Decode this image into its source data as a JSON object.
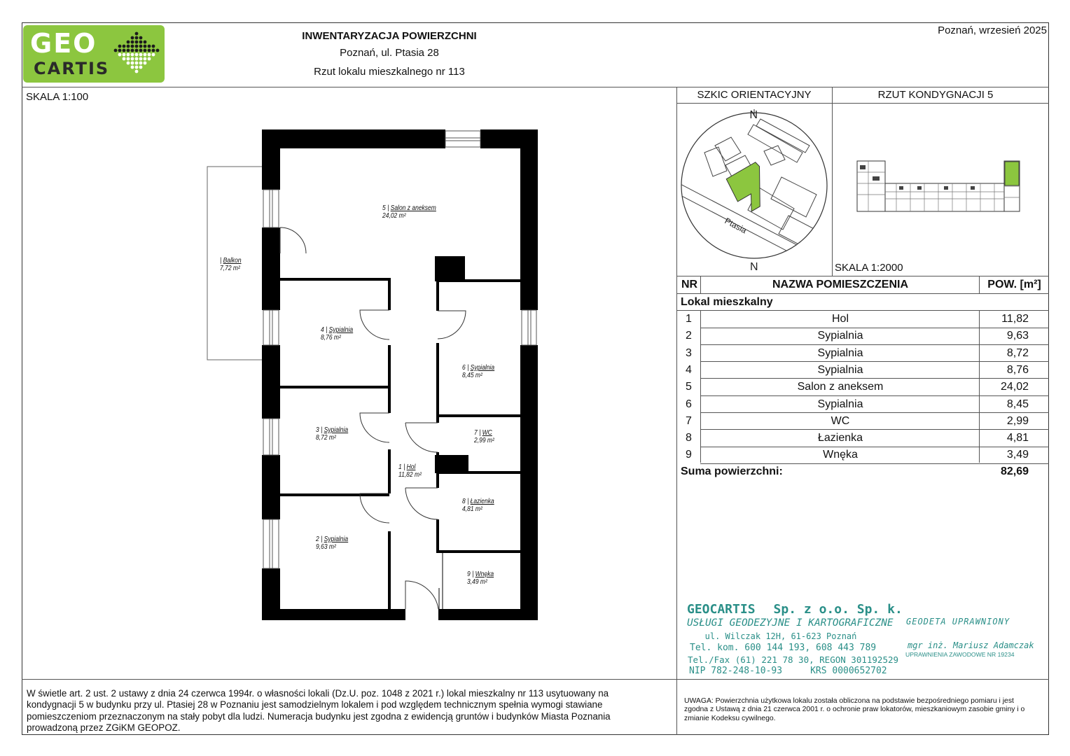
{
  "logo": {
    "line1": "GEO",
    "line2": "CARTIS"
  },
  "header": {
    "title": "INWENTARYZACJA POWIERZCHNI",
    "address": "Poznań, ul. Ptasia 28",
    "subtitle": "Rzut lokalu mieszkalnego nr 113",
    "place_date": "Poznań, wrzesień 2025"
  },
  "plan": {
    "scale": "SKALA 1:100",
    "rooms": [
      {
        "no": "5",
        "name": "Salon z aneksem",
        "area": "24,02 m²"
      },
      {
        "no": "",
        "name": "Balkon",
        "area": "7,72 m²"
      },
      {
        "no": "4",
        "name": "Sypialnia",
        "area": "8,76 m²"
      },
      {
        "no": "6",
        "name": "Sypialnia",
        "area": "8,45 m²"
      },
      {
        "no": "3",
        "name": "Sypialnia",
        "area": "8,72 m²"
      },
      {
        "no": "7",
        "name": "WC",
        "area": "2,99 m²"
      },
      {
        "no": "1",
        "name": "Hol",
        "area": "11,82 m²"
      },
      {
        "no": "8",
        "name": "Łazienka",
        "area": "4,81 m²"
      },
      {
        "no": "2",
        "name": "Sypialnia",
        "area": "9,63 m²"
      },
      {
        "no": "9",
        "name": "Wnęka",
        "area": "3,49 m²"
      }
    ]
  },
  "sketch": {
    "title": "SZKIC ORIENTACYJNY",
    "street": "Ptasia",
    "north": "N",
    "floor_title": "RZUT KONDYGNACJI 5",
    "scale": "SKALA 1:2000"
  },
  "table": {
    "headers": {
      "nr": "NR",
      "name": "NAZWA POMIESZCZENIA",
      "area": "POW. [m²]"
    },
    "group": "Lokal mieszkalny",
    "rows": [
      {
        "nr": "1",
        "name": "Hol",
        "area": "11,82"
      },
      {
        "nr": "2",
        "name": "Sypialnia",
        "area": "9,63"
      },
      {
        "nr": "3",
        "name": "Sypialnia",
        "area": "8,72"
      },
      {
        "nr": "4",
        "name": "Sypialnia",
        "area": "8,76"
      },
      {
        "nr": "5",
        "name": "Salon z aneksem",
        "area": "24,02"
      },
      {
        "nr": "6",
        "name": "Sypialnia",
        "area": "8,45"
      },
      {
        "nr": "7",
        "name": "WC",
        "area": "2,99"
      },
      {
        "nr": "8",
        "name": "Łazienka",
        "area": "4,81"
      },
      {
        "nr": "9",
        "name": "Wnęka",
        "area": "3,49"
      }
    ],
    "sum_label": "Suma powierzchni:",
    "sum_value": "82,69"
  },
  "stamp": {
    "company": "GEOCARTIS",
    "company_form": "Sp. z o.o. Sp. k.",
    "services": "USŁUGI GEODEZYJNE I KARTOGRAFICZNE",
    "address": "ul. Wilczak 12H, 61-623 Poznań",
    "phones": "Tel. kom. 600 144 193, 608 443 789",
    "fax": "Tel./Fax (61) 221 78 30, REGON 301192529",
    "nip": "NIP 782-248-10-93",
    "krs": "KRS 0000652702",
    "surveyor_title": "GEODETA UPRAWNIONY",
    "surveyor_name": "mgr inż. Mariusz Adamczak",
    "license": "UPRAWNIENIA ZAWODOWE NR 19234"
  },
  "legal_text": "W świetle art. 2 ust. 2 ustawy z dnia 24 czerwca 1994r. o własności lokali (Dz.U. poz. 1048 z 2021 r.) lokal mieszkalny nr 113 usytuowany na kondygnacji 5 w budynku przy ul. Ptasiej 28 w Poznaniu jest samodzielnym lokalem i pod względem technicznym spełnia wymogi stawiane pomieszczeniom przeznaczonym na stały pobyt dla ludzi. Numeracja budynku jest zgodna z ewidencją gruntów i budynków Miasta Poznania prowadzoną przez ZGiKM GEOPOZ.",
  "note_text": "UWAGA: Powierzchnia użytkowa lokalu została obliczona na podstawie bezpośredniego pomiaru i jest zgodna z Ustawą z dnia 21 czerwca 2001 r. o ochronie praw lokatorów, mieszkaniowym zasobie gminy i o zmianie Kodeksu cywilnego.",
  "colors": {
    "brand_green": "#8cc63f",
    "stamp_teal": "#2a8f88",
    "wall": "#000000"
  }
}
